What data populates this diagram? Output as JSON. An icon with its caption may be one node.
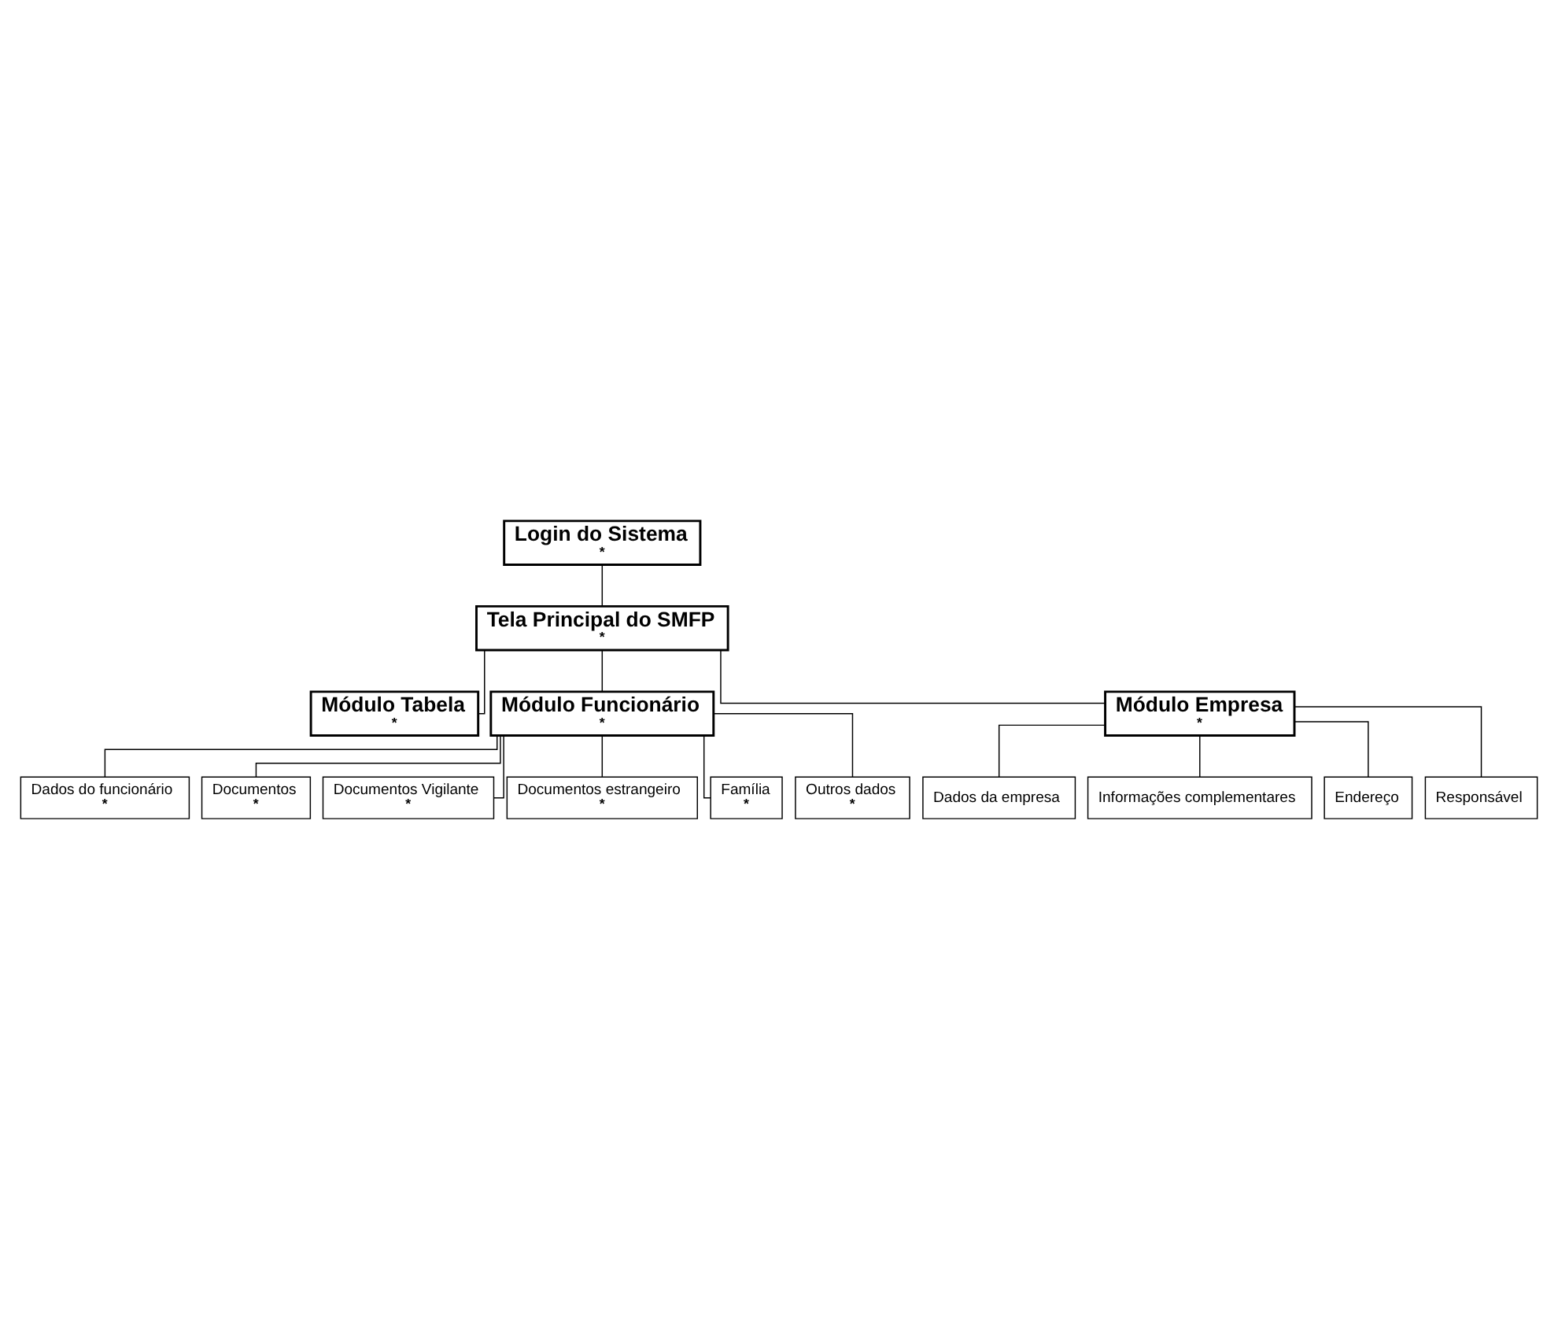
{
  "diagram": {
    "nodes": [
      {
        "text": [
          "Login do Sistema",
          "*"
        ]
      },
      {
        "text": [
          "Tela Principal do SMFP",
          "*"
        ]
      },
      {
        "text": [
          "Módulo Tabela",
          "*"
        ]
      },
      {
        "text": [
          "Módulo Funcionário",
          "*"
        ]
      },
      {
        "text": [
          "Módulo Empresa",
          "*"
        ]
      },
      {
        "text": [
          "Dados do funcionário",
          "*"
        ]
      },
      {
        "text": [
          "Documentos",
          "*"
        ]
      },
      {
        "text": [
          "Documentos Vigilante",
          "*"
        ]
      },
      {
        "text": [
          "Documentos estrangeiro",
          "*"
        ]
      },
      {
        "text": [
          "Família",
          "*"
        ]
      },
      {
        "text": [
          "Outros dados",
          "*"
        ]
      },
      {
        "text": [
          "Dados da empresa"
        ]
      },
      {
        "text": [
          "Informações complementares"
        ]
      },
      {
        "text": [
          "Endereço"
        ]
      },
      {
        "text": [
          "Responsável"
        ]
      }
    ],
    "edges": [
      {
        "from": 0,
        "to": 1,
        "arrow": "none"
      },
      {
        "from": 1,
        "to": 2,
        "arrow": "none"
      },
      {
        "from": 1,
        "to": 3,
        "arrow": "none"
      },
      {
        "from": 1,
        "to": 4,
        "arrow": "none"
      },
      {
        "from": 3,
        "to": 5,
        "arrow": "none"
      },
      {
        "from": 3,
        "to": 6,
        "arrow": "none"
      },
      {
        "from": 3,
        "to": 7,
        "arrow": "none"
      },
      {
        "from": 3,
        "to": 8,
        "arrow": "none"
      },
      {
        "from": 3,
        "to": 9,
        "arrow": "none"
      },
      {
        "from": 3,
        "to": 10,
        "arrow": "none"
      },
      {
        "from": 4,
        "to": 11,
        "arrow": "none"
      },
      {
        "from": 4,
        "to": 12,
        "arrow": "none"
      },
      {
        "from": 4,
        "to": 13,
        "arrow": "none"
      },
      {
        "from": 4,
        "to": 14,
        "arrow": "none"
      }
    ]
  }
}
